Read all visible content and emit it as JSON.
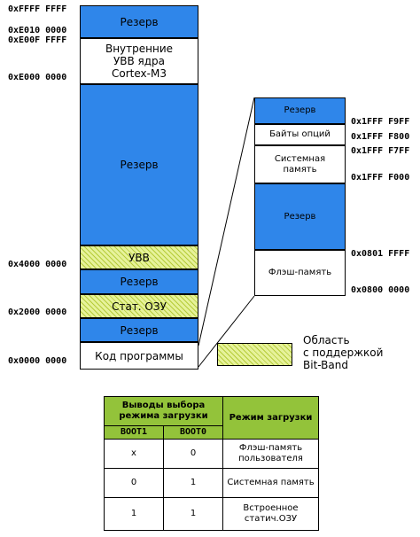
{
  "memory_map": {
    "main_blocks": [
      {
        "label": "Резерв",
        "style": "blue"
      },
      {
        "label": "Внутренние\nУВВ ядра\nCortex-M3",
        "style": "white"
      },
      {
        "label": "Резерв",
        "style": "blue"
      },
      {
        "label": "УВВ",
        "style": "hatched"
      },
      {
        "label": "Резерв",
        "style": "blue"
      },
      {
        "label": "Стат. ОЗУ",
        "style": "hatched"
      },
      {
        "label": "Резерв",
        "style": "blue"
      },
      {
        "label": "Код программы",
        "style": "white"
      }
    ],
    "main_addresses": [
      "0xFFFF FFFF",
      "0xE010 0000",
      "0xE00F FFFF",
      "0xE000 0000",
      "0x4000 0000",
      "0x2000 0000",
      "0x0000 0000"
    ],
    "detail_blocks": [
      {
        "label": "Резерв",
        "style": "blue"
      },
      {
        "label": "Байты опций",
        "style": "white"
      },
      {
        "label": "Системная\nпамять",
        "style": "white"
      },
      {
        "label": "Резерв",
        "style": "blue"
      },
      {
        "label": "Флэш-память",
        "style": "white"
      }
    ],
    "detail_addresses": [
      "0x1FFF F9FF",
      "0x1FFF F800",
      "0x1FFF F7FF",
      "0x1FFF F000",
      "0x0801 FFFF",
      "0x0800 0000"
    ]
  },
  "legend": {
    "label": "Область\nс поддержкой\nBit-Band",
    "style": "hatched"
  },
  "colors": {
    "blue": "#2f86ea",
    "hatch_fg": "#b6cc3a",
    "hatch_bg": "#e6f29a",
    "table_header": "#93c33a"
  },
  "boot_table": {
    "header_pins": "Выводы выбора режима загрузки",
    "header_mode": "Режим загрузки",
    "col_boot1": "BOOT1",
    "col_boot0": "BOOT0",
    "rows": [
      {
        "boot1": "x",
        "boot0": "0",
        "mode": "Флэш-память пользователя"
      },
      {
        "boot1": "0",
        "boot0": "1",
        "mode": "Системная память"
      },
      {
        "boot1": "1",
        "boot0": "1",
        "mode": "Встроенное статич.ОЗУ"
      }
    ]
  }
}
